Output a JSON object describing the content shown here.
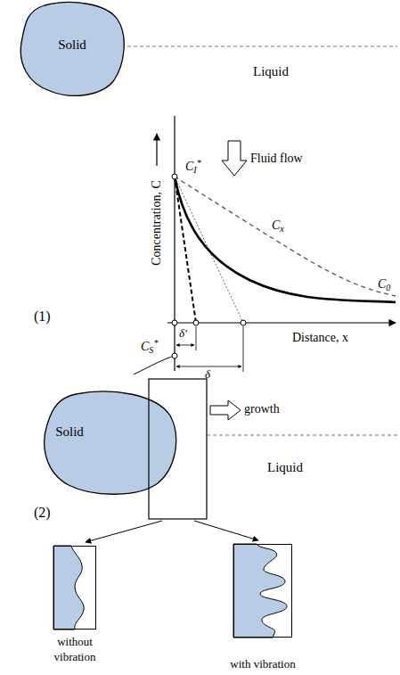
{
  "diagram": {
    "nodes": [
      {
        "text": [
          "Solid"
        ]
      },
      {
        "text": [
          "Solid"
        ]
      },
      {
        "text": [
          "without vibration"
        ]
      },
      {
        "text": [
          "with vibration"
        ]
      }
    ],
    "labels": [
      "Liquid",
      "(1)",
      "Concentration, C",
      "CI*",
      "Fluid flow",
      "Cx",
      "C0",
      "Distance, x",
      "δ'",
      "δ",
      "CS*",
      "growth",
      "Liquid",
      "(2)"
    ]
  }
}
